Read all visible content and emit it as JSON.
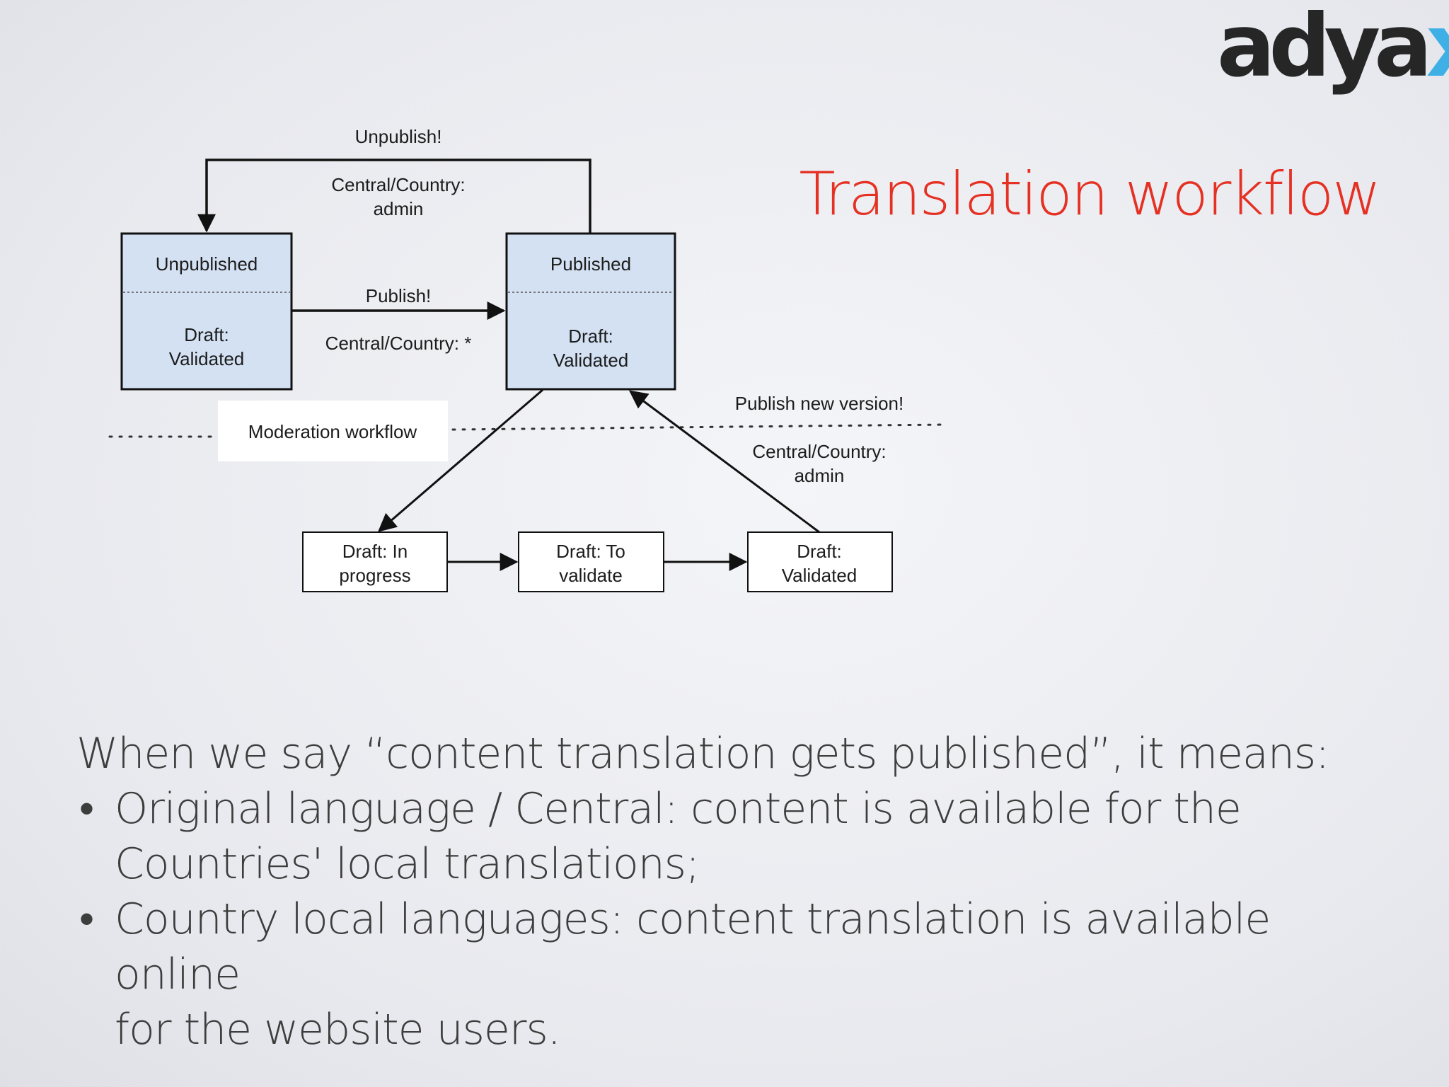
{
  "logo": {
    "text_dark": "adya",
    "text_accent": "x",
    "accent_color": "#3fb0e6"
  },
  "title": "Translation workflow",
  "title_color": "#e53123",
  "diagram": {
    "nodes": {
      "unpublished": {
        "state": "Unpublished",
        "draft_line1": "Draft:",
        "draft_line2": "Validated"
      },
      "published": {
        "state": "Published",
        "draft_line1": "Draft:",
        "draft_line2": "Validated"
      },
      "draft_in_progress": {
        "line1": "Draft: In",
        "line2": "progress"
      },
      "draft_to_validate": {
        "line1": "Draft: To",
        "line2": "validate"
      },
      "draft_validated": {
        "line1": "Draft:",
        "line2": "Validated"
      }
    },
    "edges": {
      "unpublish": {
        "action": "Unpublish!",
        "role_line1": "Central/Country:",
        "role_line2": "admin"
      },
      "publish": {
        "action": "Publish!",
        "role": "Central/Country: *"
      },
      "publish_new_version": {
        "action": "Publish new version!",
        "role_line1": "Central/Country:",
        "role_line2": "admin"
      }
    },
    "moderation_label": "Moderation workflow"
  },
  "body": {
    "intro": "When we say “content translation gets published”, it means:",
    "bullets": [
      {
        "line1": "Original language / Central: content is available for the",
        "line2": "Countries' local translations;"
      },
      {
        "line1": "Country local languages: content translation is available online",
        "line2": "for the website users."
      }
    ]
  }
}
